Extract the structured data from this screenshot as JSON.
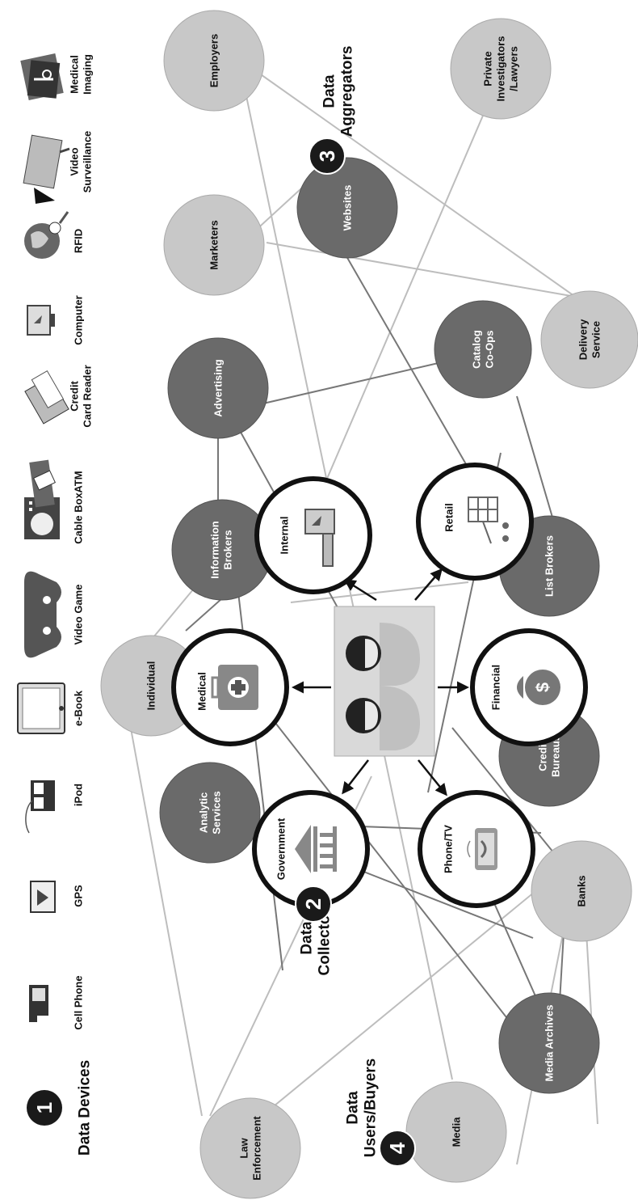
{
  "colors": {
    "light_node": "#c8c8c8",
    "dark_node": "#6a6a6a",
    "collector_ring": "#111111",
    "badge": "#1a1a1a",
    "edge_light": "#bdbdbd",
    "edge_dark": "#777777"
  },
  "sections": {
    "devices": {
      "number": "1",
      "title": "Data Devices"
    },
    "collectors": {
      "number": "2",
      "title_line1": "Data",
      "title_line2": "Collectors"
    },
    "aggregators": {
      "number": "3",
      "title_line1": "Data",
      "title_line2": "Aggregators"
    },
    "buyers": {
      "number": "4",
      "title_line1": "Data",
      "title_line2": "Users/Buyers"
    }
  },
  "devices": [
    {
      "label": "Cell Phone",
      "icon": "cell-phone-icon"
    },
    {
      "label": "GPS",
      "icon": "gps-icon"
    },
    {
      "label": "iPod",
      "icon": "ipod-icon"
    },
    {
      "label": "e-Book",
      "icon": "ebook-icon"
    },
    {
      "label": "Video Game",
      "icon": "gamepad-icon"
    },
    {
      "label": "Cable Box",
      "icon": "cable-box-icon"
    },
    {
      "label": "ATM",
      "icon": "atm-icon"
    },
    {
      "label": "Credit Card Reader",
      "line1": "Credit",
      "line2": "Card Reader",
      "icon": "card-reader-icon"
    },
    {
      "label": "Computer",
      "icon": "computer-icon"
    },
    {
      "label": "RFID",
      "icon": "rfid-icon"
    },
    {
      "label": "Video Surveillance",
      "line1": "Video",
      "line2": "Surveillance",
      "icon": "camera-icon"
    },
    {
      "label": "Medical Imaging",
      "line1": "Medical",
      "line2": "Imaging",
      "icon": "xray-icon"
    }
  ],
  "center": {
    "icon": "people-icon"
  },
  "collectors": [
    {
      "id": "medical",
      "label": "Medical",
      "icon": "first-aid-kit-icon"
    },
    {
      "id": "internal",
      "label": "Internal",
      "icon": "computer-icon"
    },
    {
      "id": "retail",
      "label": "Retail",
      "icon": "shopping-cart-icon"
    },
    {
      "id": "financial",
      "label": "Financial",
      "icon": "money-bag-icon"
    },
    {
      "id": "phonetv",
      "label": "Phone/TV",
      "icon": "mobile-phone-icon"
    },
    {
      "id": "government",
      "label": "Government",
      "icon": "government-building-icon"
    }
  ],
  "nodes": {
    "individual": {
      "label": "Individual",
      "tone": "light"
    },
    "analytic": {
      "line1": "Analytic",
      "line2": "Services",
      "tone": "dark"
    },
    "infobrokers": {
      "line1": "Information",
      "line2": "Brokers",
      "tone": "dark"
    },
    "advertising": {
      "label": "Advertising",
      "tone": "dark"
    },
    "listbrokers": {
      "label": "List Brokers",
      "tone": "dark"
    },
    "catalog": {
      "line1": "Catalog",
      "line2": "Co-Ops",
      "tone": "dark"
    },
    "creditbureaus": {
      "line1": "Credit",
      "line2": "Bureaus",
      "tone": "dark"
    },
    "websites": {
      "label": "Websites",
      "tone": "dark"
    },
    "mediaarchives": {
      "label": "Media Archives",
      "tone": "dark"
    },
    "banks": {
      "label": "Banks",
      "tone": "light"
    },
    "employers": {
      "label": "Employers",
      "tone": "light"
    },
    "marketers": {
      "label": "Marketers",
      "tone": "light"
    },
    "privateinv": {
      "line1": "Private",
      "line2": "Investigators",
      "line3": "/Lawyers",
      "tone": "light"
    },
    "delivery": {
      "line1": "Delivery",
      "line2": "Service",
      "tone": "light"
    },
    "lawenf": {
      "line1": "Law",
      "line2": "Enforcement",
      "tone": "light"
    },
    "media": {
      "label": "Media",
      "tone": "light"
    }
  }
}
